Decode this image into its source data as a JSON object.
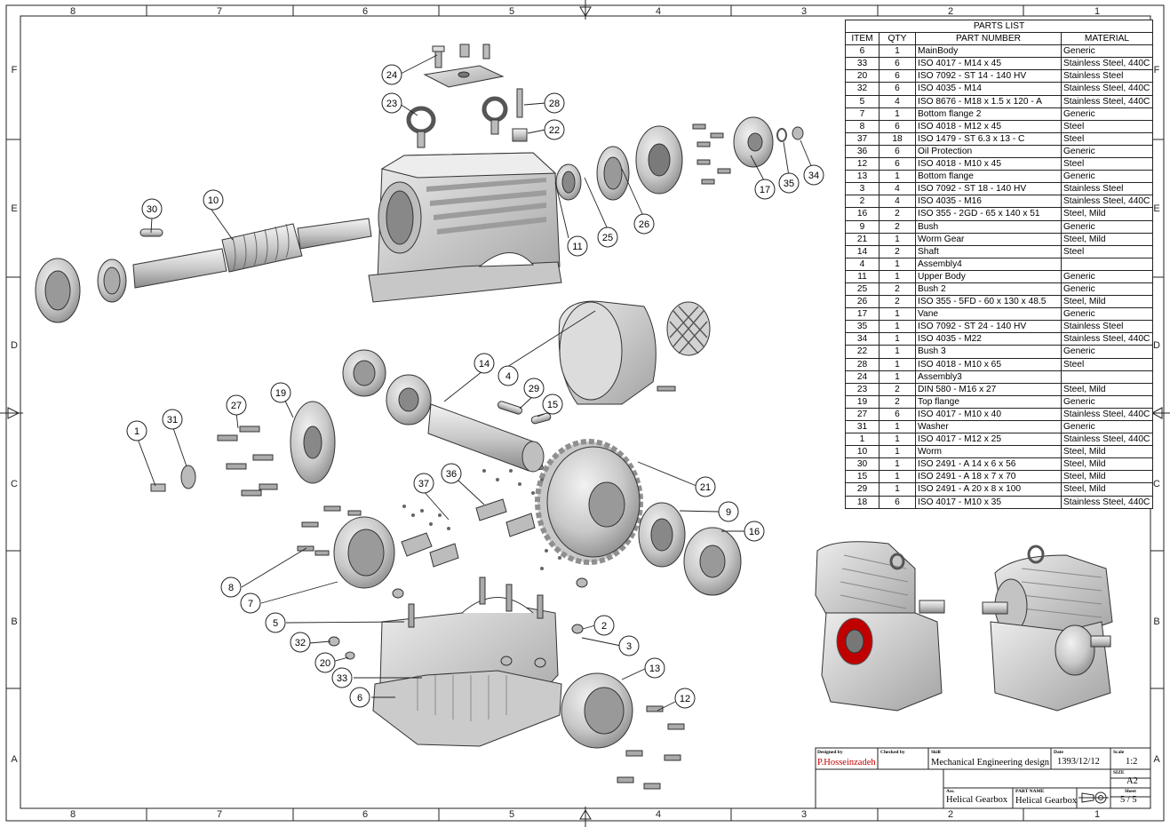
{
  "border": {
    "columns": [
      "8",
      "7",
      "6",
      "5",
      "4",
      "3",
      "2",
      "1"
    ],
    "rows": [
      "F",
      "E",
      "D",
      "C",
      "B",
      "A"
    ]
  },
  "parts_list": {
    "title": "PARTS LIST",
    "headers": [
      "ITEM",
      "QTY",
      "PART NUMBER",
      "MATERIAL"
    ],
    "rows": [
      [
        "6",
        "1",
        "MainBody",
        "Generic"
      ],
      [
        "33",
        "6",
        "ISO 4017 - M14 x 45",
        "Stainless Steel, 440C"
      ],
      [
        "20",
        "6",
        "ISO 7092 - ST 14 - 140 HV",
        "Stainless Steel"
      ],
      [
        "32",
        "6",
        "ISO 4035 - M14",
        "Stainless Steel, 440C"
      ],
      [
        "5",
        "4",
        "ISO 8676 - M18 x 1.5 x 120 - A",
        "Stainless Steel, 440C"
      ],
      [
        "7",
        "1",
        "Bottom flange 2",
        "Generic"
      ],
      [
        "8",
        "6",
        "ISO 4018 - M12 x 45",
        "Steel"
      ],
      [
        "37",
        "18",
        "ISO 1479 - ST 6.3 x 13 - C",
        "Steel"
      ],
      [
        "36",
        "6",
        "Oil Protection",
        "Generic"
      ],
      [
        "12",
        "6",
        "ISO 4018 - M10 x 45",
        "Steel"
      ],
      [
        "13",
        "1",
        "Bottom flange",
        "Generic"
      ],
      [
        "3",
        "4",
        "ISO 7092 - ST 18 - 140 HV",
        "Stainless Steel"
      ],
      [
        "2",
        "4",
        "ISO 4035 - M16",
        "Stainless Steel, 440C"
      ],
      [
        "16",
        "2",
        "ISO 355 - 2GD - 65 x 140 x 51",
        "Steel, Mild"
      ],
      [
        "9",
        "2",
        "Bush",
        "Generic"
      ],
      [
        "21",
        "1",
        "Worm Gear",
        "Steel, Mild"
      ],
      [
        "14",
        "2",
        "Shaft",
        "Steel"
      ],
      [
        "4",
        "1",
        "Assembly4",
        ""
      ],
      [
        "11",
        "1",
        "Upper Body",
        "Generic"
      ],
      [
        "25",
        "2",
        "Bush 2",
        "Generic"
      ],
      [
        "26",
        "2",
        "ISO 355 - 5FD - 60 x 130 x 48.5",
        "Steel, Mild"
      ],
      [
        "17",
        "1",
        "Vane",
        "Generic"
      ],
      [
        "35",
        "1",
        "ISO 7092 - ST 24 - 140 HV",
        "Stainless Steel"
      ],
      [
        "34",
        "1",
        "ISO 4035 - M22",
        "Stainless Steel, 440C"
      ],
      [
        "22",
        "1",
        "Bush 3",
        "Generic"
      ],
      [
        "28",
        "1",
        "ISO 4018 - M10 x 65",
        "Steel"
      ],
      [
        "24",
        "1",
        "Assembly3",
        ""
      ],
      [
        "23",
        "2",
        "DIN 580 - M16 x 27",
        "Steel, Mild"
      ],
      [
        "19",
        "2",
        "Top flange",
        "Generic"
      ],
      [
        "27",
        "6",
        "ISO 4017 - M10 x 40",
        "Stainless Steel, 440C"
      ],
      [
        "31",
        "1",
        "Washer",
        "Generic"
      ],
      [
        "1",
        "1",
        "ISO 4017 - M12 x 25",
        "Stainless Steel, 440C"
      ],
      [
        "10",
        "1",
        "Worm",
        "Steel, Mild"
      ],
      [
        "30",
        "1",
        "ISO 2491 - A  14 x 6 x 56",
        "Steel, Mild"
      ],
      [
        "15",
        "1",
        "ISO 2491 - A  18 x 7 x 70",
        "Steel, Mild"
      ],
      [
        "29",
        "1",
        "ISO 2491 - A  20 x 8 x 100",
        "Steel, Mild"
      ],
      [
        "18",
        "6",
        "ISO 4017 - M10 x 35",
        "Stainless Steel, 440C"
      ]
    ]
  },
  "balloons": [
    "1",
    "2",
    "3",
    "4",
    "5",
    "6",
    "7",
    "8",
    "9",
    "10",
    "11",
    "12",
    "13",
    "14",
    "15",
    "16",
    "17",
    "19",
    "20",
    "21",
    "22",
    "23",
    "24",
    "25",
    "26",
    "27",
    "28",
    "29",
    "30",
    "31",
    "32",
    "33",
    "34",
    "35",
    "36",
    "37"
  ],
  "title_block": {
    "designed_by_label": "Designed by",
    "designed_by": "P.Hosseinzadeh",
    "checked_by_label": "Checked by",
    "skill_label": "Skill",
    "skill": "Mechanical Engineering design",
    "date_label": "Date",
    "date": "1393/12/12",
    "scale_label": "Scale",
    "scale": "1:2",
    "size_label": "SIZE",
    "size": "A2",
    "assy_label": "Ass.",
    "assy": "Helical Gearbox",
    "part_name_label": "PART NAME",
    "part_name": "Helical Gearbox",
    "sheet_label": "Sheet",
    "sheet": "5 / 5"
  },
  "colors": {
    "line": "#222222",
    "part_fill": "#d9d9d9",
    "part_dark": "#9a9a9a",
    "accent_red": "#c00000"
  }
}
